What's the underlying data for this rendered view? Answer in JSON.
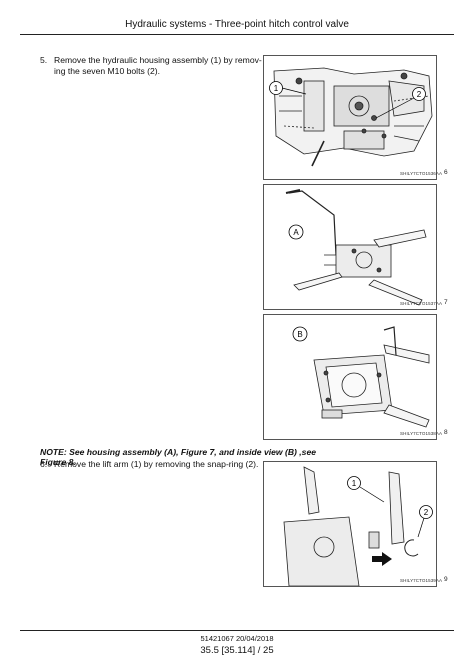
{
  "header": {
    "title": "Hydraulic systems - Three-point hitch control valve"
  },
  "steps": [
    {
      "number": "5.",
      "line1": "Remove the hydraulic housing assembly (1) by remov-",
      "line2": "ing the seven M10 bolts (2)."
    },
    {
      "number": "6.",
      "line1": "Remove the lift arm (1) by removing the snap-ring (2)."
    }
  ],
  "note": "NOTE: See housing assembly (A), Figure 7, and inside view (B) ,see Figure 8.",
  "figures": [
    {
      "code": "SHILY7CTO1536AA",
      "number": "6",
      "callouts": [
        "1",
        "2"
      ]
    },
    {
      "code": "SHILY7CTO1537AA",
      "number": "7",
      "callouts": [
        "A"
      ]
    },
    {
      "code": "SHILY7CTO1538AA",
      "number": "8",
      "callouts": [
        "B"
      ]
    },
    {
      "code": "SHILY7CTO1539AA",
      "number": "9",
      "callouts": [
        "1",
        "2"
      ]
    }
  ],
  "footer": {
    "code_date": "51421067 20/04/2018",
    "page": "35.5 [35.114] / 25"
  }
}
